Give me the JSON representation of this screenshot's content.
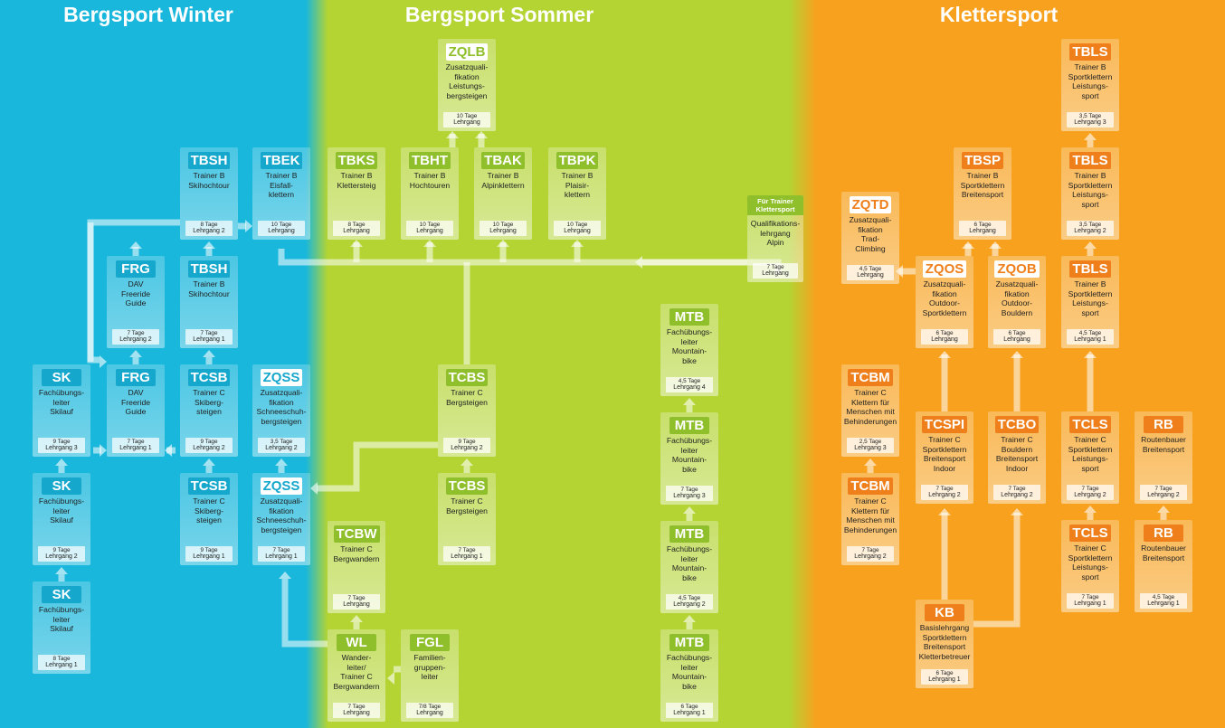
{
  "sections": [
    {
      "id": "winter",
      "title": "Bergsport Winter"
    },
    {
      "id": "sommer",
      "title": "Bergsport Sommer"
    },
    {
      "id": "kletter",
      "title": "Klettersport"
    }
  ],
  "courses": [
    {
      "id": "tbsh1",
      "code": "TBSH",
      "desc": "Trainer B\nSkihochtour",
      "days": "8 Tage",
      "level": "Lehrgang 2",
      "theme": "blue"
    },
    {
      "id": "tbek",
      "code": "TBEK",
      "desc": "Trainer B\nEisfall-\nklettern",
      "days": "10 Tage",
      "level": "Lehrgang",
      "theme": "blue"
    },
    {
      "id": "frg2",
      "code": "FRG",
      "desc": "DAV\nFreeride\nGuide",
      "days": "7 Tage",
      "level": "Lehrgang 2",
      "theme": "blue"
    },
    {
      "id": "tbsh2",
      "code": "TBSH",
      "desc": "Trainer B\nSkihochtour",
      "days": "7 Tage",
      "level": "Lehrgang 1",
      "theme": "blue"
    },
    {
      "id": "sk3",
      "code": "SK",
      "desc": "Fachübungs-\nleiter\nSkilauf",
      "days": "9 Tage",
      "level": "Lehrgang 3",
      "theme": "blue"
    },
    {
      "id": "frg1",
      "code": "FRG",
      "desc": "DAV\nFreeride\nGuide",
      "days": "7 Tage",
      "level": "Lehrgang 1",
      "theme": "blue"
    },
    {
      "id": "tcsb2",
      "code": "TCSB",
      "desc": "Trainer C\nSkiberg-\nsteigen",
      "days": "9 Tage",
      "level": "Lehrgang 2",
      "theme": "blue"
    },
    {
      "id": "zqss2",
      "code": "ZQSS",
      "desc": "Zusatzquali-\nfikation\nSchneeschuh-\nbergsteigen",
      "days": "3,5 Tage",
      "level": "Lehrgang 2",
      "theme": "blue",
      "light": true
    },
    {
      "id": "sk2",
      "code": "SK",
      "desc": "Fachübungs-\nleiter\nSkilauf",
      "days": "9 Tage",
      "level": "Lehrgang 2",
      "theme": "blue"
    },
    {
      "id": "tcsb1",
      "code": "TCSB",
      "desc": "Trainer C\nSkiberg-\nsteigen",
      "days": "9 Tage",
      "level": "Lehrgang 1",
      "theme": "blue"
    },
    {
      "id": "zqss1",
      "code": "ZQSS",
      "desc": "Zusatzquali-\nfikation\nSchneeschuh-\nbergsteigen",
      "days": "7 Tage",
      "level": "Lehrgang 1",
      "theme": "blue",
      "light": true
    },
    {
      "id": "sk1",
      "code": "SK",
      "desc": "Fachübungs-\nleiter\nSkilauf",
      "days": "8 Tage",
      "level": "Lehrgang 1",
      "theme": "blue"
    },
    {
      "id": "zqlb",
      "code": "ZQLB",
      "desc": "Zusatzquali-\nfikation\nLeistungs-\nbergsteigen",
      "days": "10 Tage",
      "level": "Lehrgang",
      "theme": "green",
      "light": true
    },
    {
      "id": "tbks",
      "code": "TBKS",
      "desc": "Trainer B\nKlettersteig",
      "days": "8 Tage",
      "level": "Lehrgang",
      "theme": "green"
    },
    {
      "id": "tbht",
      "code": "TBHT",
      "desc": "Trainer B\nHochtouren",
      "days": "10 Tage",
      "level": "Lehrgang",
      "theme": "green"
    },
    {
      "id": "tbak",
      "code": "TBAK",
      "desc": "Trainer B\nAlpinklettern",
      "days": "10 Tage",
      "level": "Lehrgang",
      "theme": "green"
    },
    {
      "id": "tbpk",
      "code": "TBPK",
      "desc": "Trainer B\nPlaisir-\nklettern",
      "days": "10 Tage",
      "level": "Lehrgang",
      "theme": "green"
    },
    {
      "id": "tcbs2",
      "code": "TCBS",
      "desc": "Trainer C\nBergsteigen",
      "days": "9 Tage",
      "level": "Lehrgang 2",
      "theme": "green"
    },
    {
      "id": "tcbs1",
      "code": "TCBS",
      "desc": "Trainer C\nBergsteigen",
      "days": "7 Tage",
      "level": "Lehrgang 1",
      "theme": "green"
    },
    {
      "id": "tcbw",
      "code": "TCBW",
      "desc": "Trainer C\nBergwandern",
      "days": "7 Tage",
      "level": "Lehrgang",
      "theme": "green"
    },
    {
      "id": "wl",
      "code": "WL",
      "desc": "Wander-\nleiter/\nTrainer C\nBergwandern",
      "days": "7 Tage",
      "level": "Lehrgang",
      "theme": "green"
    },
    {
      "id": "fgl",
      "code": "FGL",
      "desc": "Familien-\ngruppen-\nleiter",
      "days": "7/8 Tage",
      "level": "Lehrgang",
      "theme": "green"
    },
    {
      "id": "mtb4",
      "code": "MTB",
      "desc": "Fachübungs-\nleiter\nMountain-\nbike",
      "days": "4,5 Tage",
      "level": "Lehrgang 4",
      "theme": "green"
    },
    {
      "id": "mtb3",
      "code": "MTB",
      "desc": "Fachübungs-\nleiter\nMountain-\nbike",
      "days": "7 Tage",
      "level": "Lehrgang 3",
      "theme": "green"
    },
    {
      "id": "mtb2",
      "code": "MTB",
      "desc": "Fachübungs-\nleiter\nMountain-\nbike",
      "days": "4,5 Tage",
      "level": "Lehrgang 2",
      "theme": "green"
    },
    {
      "id": "mtb1",
      "code": "MTB",
      "desc": "Fachübungs-\nleiter\nMountain-\nbike",
      "days": "6 Tage",
      "level": "Lehrgang 1",
      "theme": "green"
    },
    {
      "id": "zqtd",
      "code": "ZQTD",
      "desc": "Zusatzquali-\nfikation\nTrad-\nClimbing",
      "days": "4,5 Tage",
      "level": "Lehrgang",
      "theme": "orange",
      "light": true
    },
    {
      "id": "tbsp",
      "code": "TBSP",
      "desc": "Trainer B\nSportklettern\nBreitensport",
      "days": "6 Tage",
      "level": "Lehrgang",
      "theme": "orange"
    },
    {
      "id": "tbls3",
      "code": "TBLS",
      "desc": "Trainer B\nSportklettern\nLeistungs-\nsport",
      "days": "3,5 Tage",
      "level": "Lehrgang 3",
      "theme": "orange"
    },
    {
      "id": "tbls2",
      "code": "TBLS",
      "desc": "Trainer B\nSportklettern\nLeistungs-\nsport",
      "days": "3,5 Tage",
      "level": "Lehrgang 2",
      "theme": "orange"
    },
    {
      "id": "tbls1",
      "code": "TBLS",
      "desc": "Trainer B\nSportklettern\nLeistungs-\nsport",
      "days": "4,5 Tage",
      "level": "Lehrgang 1",
      "theme": "orange"
    },
    {
      "id": "zqos",
      "code": "ZQOS",
      "desc": "Zusatzquali-\nfikation\nOutdoor-\nSportklettern",
      "days": "6 Tage",
      "level": "Lehrgang",
      "theme": "orange",
      "light": true
    },
    {
      "id": "zqob",
      "code": "ZQOB",
      "desc": "Zusatzquali-\nfikation\nOutdoor-\nBouldern",
      "days": "6 Tage",
      "level": "Lehrgang",
      "theme": "orange",
      "light": true
    },
    {
      "id": "tcbm2",
      "code": "TCBM",
      "desc": "Trainer C\nKlettern für\nMenschen mit\nBehinderungen",
      "days": "2,5 Tage",
      "level": "Lehrgang 3",
      "theme": "orange"
    },
    {
      "id": "tcbm1",
      "code": "TCBM",
      "desc": "Trainer C\nKlettern für\nMenschen mit\nBehinderungen",
      "days": "7 Tage",
      "level": "Lehrgang 2",
      "theme": "orange"
    },
    {
      "id": "tcspi",
      "code": "TCSPI",
      "desc": "Trainer C\nSportklettern\nBreitensport\nIndoor",
      "days": "7 Tage",
      "level": "Lehrgang 2",
      "theme": "orange"
    },
    {
      "id": "tcbo",
      "code": "TCBO",
      "desc": "Trainer C\nBouldern\nBreitensport\nIndoor",
      "days": "7 Tage",
      "level": "Lehrgang 2",
      "theme": "orange"
    },
    {
      "id": "tcls2",
      "code": "TCLS",
      "desc": "Trainer C\nSportklettern\nLeistungs-\nsport",
      "days": "7 Tage",
      "level": "Lehrgang 2",
      "theme": "orange"
    },
    {
      "id": "tcls1",
      "code": "TCLS",
      "desc": "Trainer C\nSportklettern\nLeistungs-\nsport",
      "days": "7 Tage",
      "level": "Lehrgang 1",
      "theme": "orange"
    },
    {
      "id": "rb2",
      "code": "RB",
      "desc": "Routenbauer\nBreitensport",
      "days": "7 Tage",
      "level": "Lehrgang 2",
      "theme": "orange"
    },
    {
      "id": "rb1",
      "code": "RB",
      "desc": "Routenbauer\nBreitensport",
      "days": "4,5 Tage",
      "level": "Lehrgang 1",
      "theme": "orange"
    },
    {
      "id": "kb",
      "code": "KB",
      "desc": "Basislehrgang\nSportklettern\nBreitensport\nKletterbetreuer",
      "days": "6 Tage",
      "level": "Lehrgang 1",
      "theme": "orange"
    }
  ],
  "qualification": {
    "badge": "Für Trainer\nKlettersport",
    "desc": "Qualifikations-\nlehrgang\nAlpin",
    "days": "7 Tage",
    "level": "Lehrgang"
  },
  "colors": {
    "winter": "#19b7dc",
    "sommer": "#b3d433",
    "kletter": "#f7a11e"
  }
}
